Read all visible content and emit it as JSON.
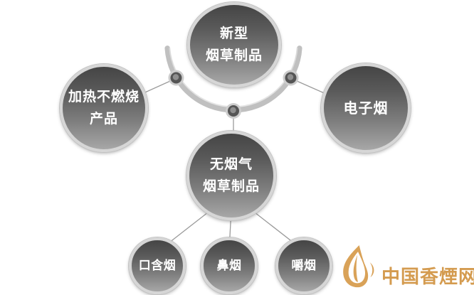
{
  "diagram": {
    "nodes": {
      "top": {
        "id": "new-tobacco-products",
        "line1": "新型",
        "line2": "烟草制品"
      },
      "left": {
        "id": "heat-not-burn",
        "line1": "加热不燃烧",
        "line2": "产品"
      },
      "right": {
        "id": "e-cigarette",
        "line1": "电子烟"
      },
      "center": {
        "id": "smokeless-tobacco",
        "line1": "无烟气",
        "line2": "烟草制品"
      },
      "bottom_left": {
        "id": "oral-tobacco",
        "line1": "口含烟"
      },
      "bottom_mid": {
        "id": "snuff",
        "line1": "鼻烟"
      },
      "bottom_right": {
        "id": "chewing-tobacco",
        "line1": "嚼烟"
      }
    },
    "edges": [
      {
        "from": "new-tobacco-products",
        "to": "heat-not-burn"
      },
      {
        "from": "new-tobacco-products",
        "to": "e-cigarette"
      },
      {
        "from": "new-tobacco-products",
        "to": "smokeless-tobacco"
      },
      {
        "from": "smokeless-tobacco",
        "to": "oral-tobacco"
      },
      {
        "from": "smokeless-tobacco",
        "to": "snuff"
      },
      {
        "from": "smokeless-tobacco",
        "to": "chewing-tobacco"
      }
    ],
    "colors": {
      "circle_gradient_top": "#454545",
      "circle_gradient_bottom": "#a7a7a7",
      "circle_ring": "#d6d6d6",
      "arc": "#c0c0c0",
      "connector_line": "#9a9a9a",
      "node_text": "#ffffff"
    }
  },
  "watermark": {
    "site_name": "中国香煙网",
    "logo": "leaf-flame-icon",
    "color": "#d49b4f"
  }
}
